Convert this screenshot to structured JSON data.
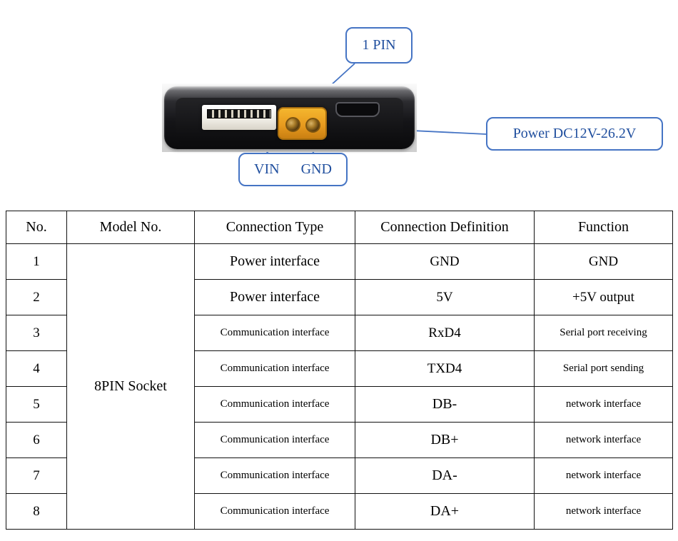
{
  "diagram": {
    "callouts": {
      "pin1": "1 PIN",
      "power": "Power DC12V-26.2V",
      "vin": "VIN",
      "gnd": "GND"
    },
    "colors": {
      "callout_blue": "#4574c4",
      "callout_text_blue": "#1f4e9e",
      "connector_yellow": "#e89b1f"
    }
  },
  "table": {
    "headers": [
      "No.",
      "Model No.",
      "Connection Type",
      "Connection Definition",
      "Function"
    ],
    "model": "8PIN Socket",
    "rows": [
      {
        "no": "1",
        "type": "Power interface",
        "definition": "GND",
        "function": "GND"
      },
      {
        "no": "2",
        "type": "Power interface",
        "definition": "5V",
        "function": "+5V output"
      },
      {
        "no": "3",
        "type": "Communication interface",
        "definition": "RxD4",
        "function": "Serial port receiving"
      },
      {
        "no": "4",
        "type": "Communication interface",
        "definition": "TXD4",
        "function": "Serial port sending"
      },
      {
        "no": "5",
        "type": "Communication interface",
        "definition": "DB-",
        "function": "network interface"
      },
      {
        "no": "6",
        "type": "Communication interface",
        "definition": "DB+",
        "function": "network interface"
      },
      {
        "no": "7",
        "type": "Communication interface",
        "definition": "DA-",
        "function": "network interface"
      },
      {
        "no": "8",
        "type": "Communication interface",
        "definition": "DA+",
        "function": "network interface"
      }
    ]
  }
}
